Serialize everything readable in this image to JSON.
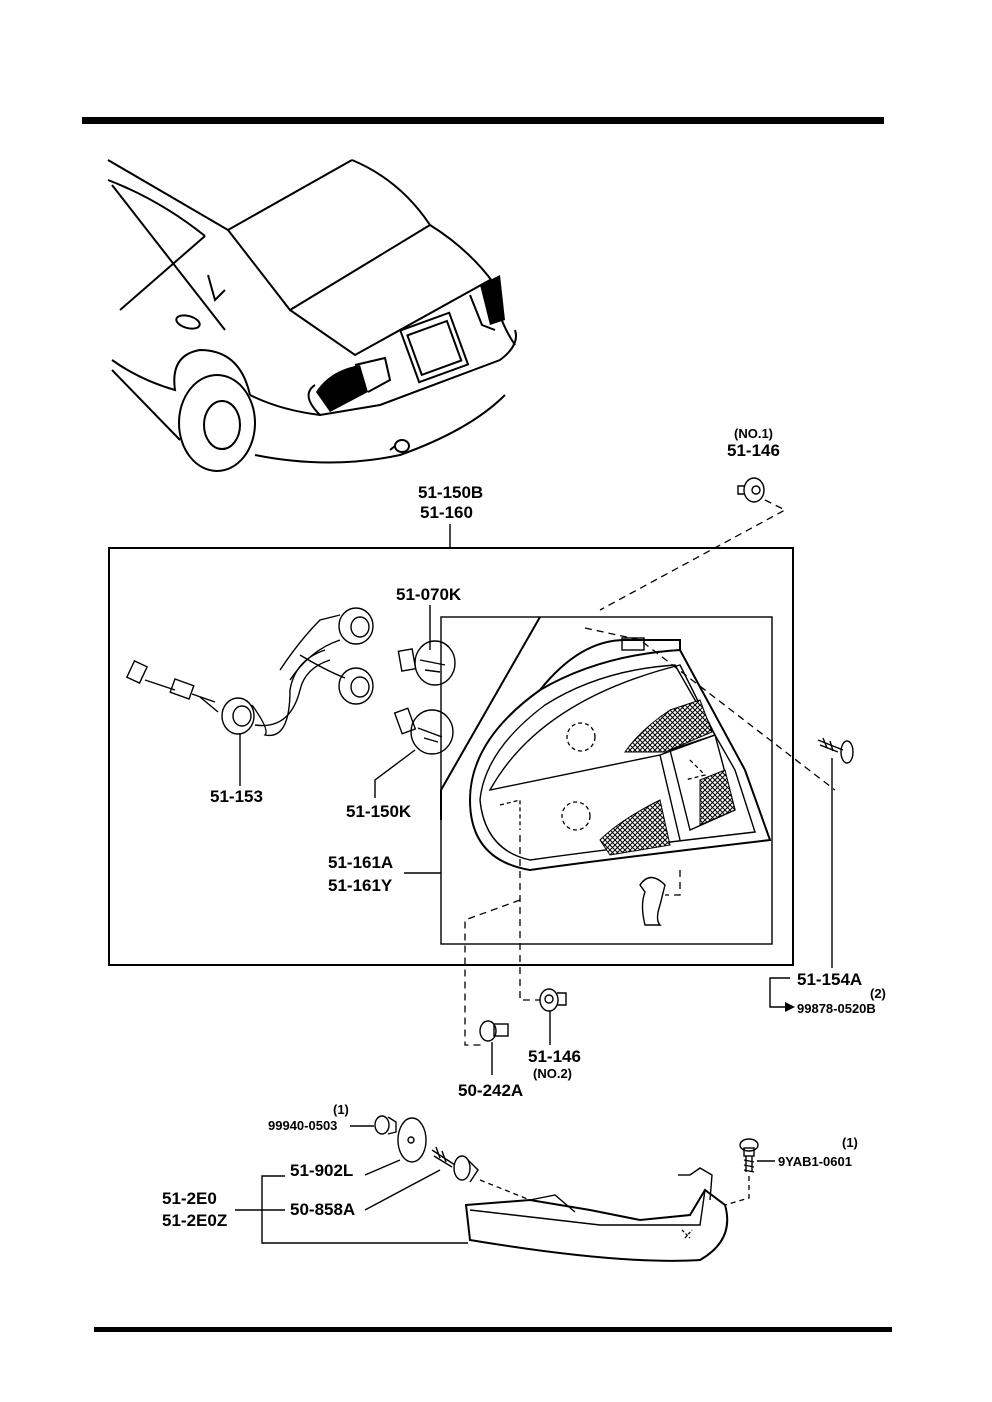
{
  "labels": {
    "no1": "(NO.1)",
    "p51_146_top": "51-146",
    "p51_150B": "51-150B",
    "p51_160": "51-160",
    "p51_070K": "51-070K",
    "p51_153": "51-153",
    "p51_150K": "51-150K",
    "p51_161A": "51-161A",
    "p51_161Y": "51-161Y",
    "p51_154A": "51-154A",
    "qty2": "(2)",
    "p99878": "99878-0520B",
    "p51_146_bottom": "51-146",
    "no2": "(NO.2)",
    "p50_242A": "50-242A",
    "qty1a": "(1)",
    "p99940": "99940-0503",
    "p51_902L": "51-902L",
    "p51_2E0": "51-2E0",
    "p51_2E0Z": "51-2E0Z",
    "p50_858A": "50-858A",
    "qty1b": "(1)",
    "p9YAB1": "9YAB1-0601"
  }
}
